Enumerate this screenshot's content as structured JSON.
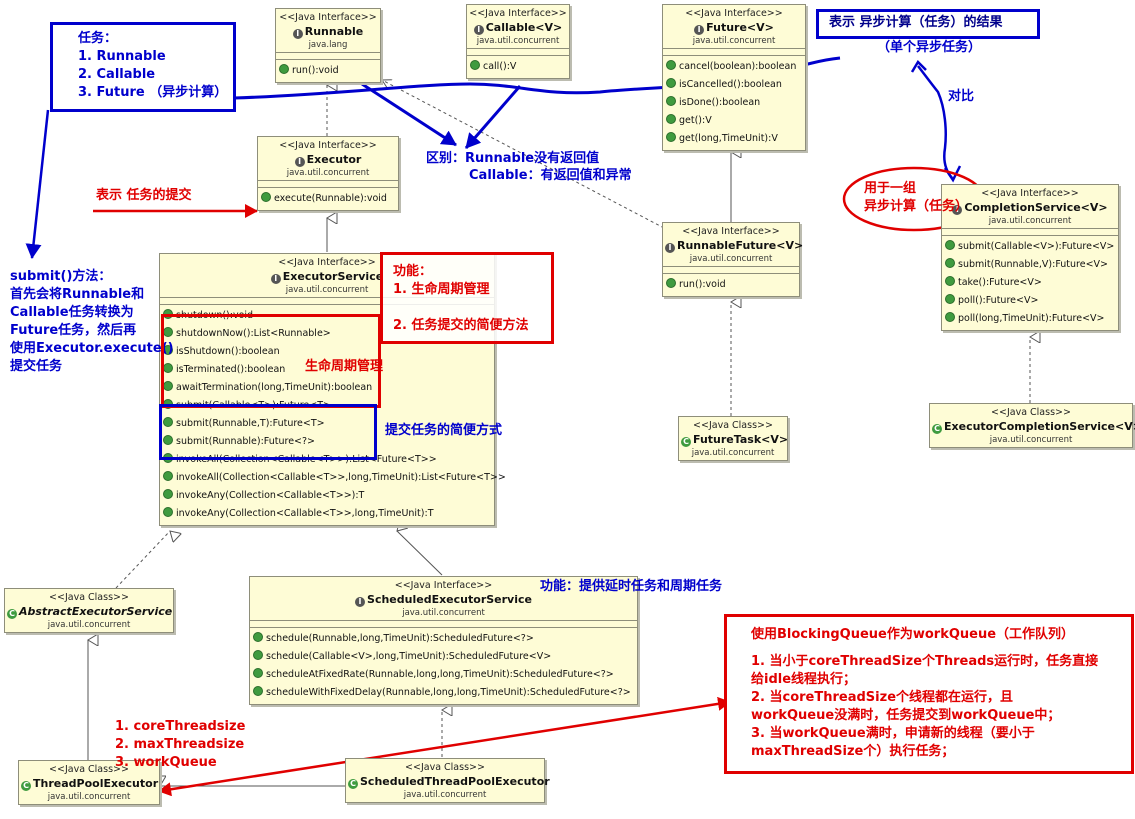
{
  "interfaces": {
    "runnable": {
      "stereotype": "<<Java Interface>>",
      "name": "Runnable",
      "package": "java.lang",
      "ops": [
        "run():void"
      ]
    },
    "callable": {
      "stereotype": "<<Java Interface>>",
      "name": "Callable<V>",
      "package": "java.util.concurrent",
      "ops": [
        "call():V"
      ]
    },
    "future": {
      "stereotype": "<<Java Interface>>",
      "name": "Future<V>",
      "package": "java.util.concurrent",
      "ops": [
        "cancel(boolean):boolean",
        "isCancelled():boolean",
        "isDone():boolean",
        "get():V",
        "get(long,TimeUnit):V"
      ]
    },
    "executor": {
      "stereotype": "<<Java Interface>>",
      "name": "Executor",
      "package": "java.util.concurrent",
      "ops": [
        "execute(Runnable):void"
      ]
    },
    "executorService": {
      "stereotype": "<<Java Interface>>",
      "name": "ExecutorService",
      "package": "java.util.concurrent",
      "ops": [
        "shutdown():void",
        "shutdownNow():List<Runnable>",
        "isShutdown():boolean",
        "isTerminated():boolean",
        "awaitTermination(long,TimeUnit):boolean",
        "submit(Callable<T>):Future<T>",
        "submit(Runnable,T):Future<T>",
        "submit(Runnable):Future<?>",
        "invokeAll(Collection<Callable<T>>):List<Future<T>>",
        "invokeAll(Collection<Callable<T>>,long,TimeUnit):List<Future<T>>",
        "invokeAny(Collection<Callable<T>>):T",
        "invokeAny(Collection<Callable<T>>,long,TimeUnit):T"
      ]
    },
    "runnableFuture": {
      "stereotype": "<<Java Interface>>",
      "name": "RunnableFuture<V>",
      "package": "java.util.concurrent",
      "ops": [
        "run():void"
      ]
    },
    "completionService": {
      "stereotype": "<<Java Interface>>",
      "name": "CompletionService<V>",
      "package": "java.util.concurrent",
      "ops": [
        "submit(Callable<V>):Future<V>",
        "submit(Runnable,V):Future<V>",
        "take():Future<V>",
        "poll():Future<V>",
        "poll(long,TimeUnit):Future<V>"
      ]
    },
    "scheduledExecutorService": {
      "stereotype": "<<Java Interface>>",
      "name": "ScheduledExecutorService",
      "package": "java.util.concurrent",
      "ops": [
        "schedule(Runnable,long,TimeUnit):ScheduledFuture<?>",
        "schedule(Callable<V>,long,TimeUnit):ScheduledFuture<V>",
        "scheduleAtFixedRate(Runnable,long,long,TimeUnit):ScheduledFuture<?>",
        "scheduleWithFixedDelay(Runnable,long,long,TimeUnit):ScheduledFuture<?>"
      ]
    }
  },
  "classes": {
    "futureTask": {
      "stereotype": "<<Java Class>>",
      "name": "FutureTask<V>",
      "package": "java.util.concurrent"
    },
    "executorCompletionService": {
      "stereotype": "<<Java Class>>",
      "name": "ExecutorCompletionService<V>",
      "package": "java.util.concurrent"
    },
    "abstractExecutorService": {
      "stereotype": "<<Java Class>>",
      "name": "AbstractExecutorService",
      "package": "java.util.concurrent"
    },
    "threadPoolExecutor": {
      "stereotype": "<<Java Class>>",
      "name": "ThreadPoolExecutor",
      "package": "java.util.concurrent"
    },
    "scheduledThreadPoolExecutor": {
      "stereotype": "<<Java Class>>",
      "name": "ScheduledThreadPoolExecutor",
      "package": "java.util.concurrent"
    }
  },
  "annotations": {
    "tasks": [
      "任务：",
      "1. Runnable",
      "2. Callable",
      "3. Future （异步计算）"
    ],
    "futureResult": "表示 异步计算（任务）的结果",
    "singleTask": "（单个异步任务）",
    "compare": "对比",
    "difference": [
      "区别：Runnable没有返回值",
      "Callable：有返回值和异常"
    ],
    "submitDesc": [
      "submit()方法：",
      "首先会将Runnable和",
      "Callable任务转换为",
      "Future任务，然后再",
      "使用Executor.execute()",
      "提交任务"
    ],
    "taskSubmit": "表示 任务的提交",
    "functions": [
      "功能：",
      "1. 生命周期管理",
      "2. 任务提交的简便方法"
    ],
    "lifecycle": "生命周期管理",
    "convenientSubmit": "提交任务的简便方式",
    "groupAsync": [
      "用于一组",
      "异步计算（任务）"
    ],
    "scheduledFunc": "功能：提供延时任务和周期任务",
    "poolParams": [
      "1. coreThreadsize",
      "2. maxThreadsize",
      "3. workQueue"
    ],
    "workQueue": [
      "使用BlockingQueue作为workQueue（工作队列）",
      "1. 当小于coreThreadSize个Threads运行时，任务直接",
      "给idle线程执行；",
      "2. 当coreThreadSize个线程都在运行，且",
      "workQueue没满时，任务提交到workQueue中；",
      "3. 当workQueue满时，申请新的线程（要小于",
      "maxThreadSize个）执行任务；"
    ]
  },
  "colors": {
    "red": "#e00000",
    "blue": "#0000cc",
    "box": "#fefcd6"
  }
}
